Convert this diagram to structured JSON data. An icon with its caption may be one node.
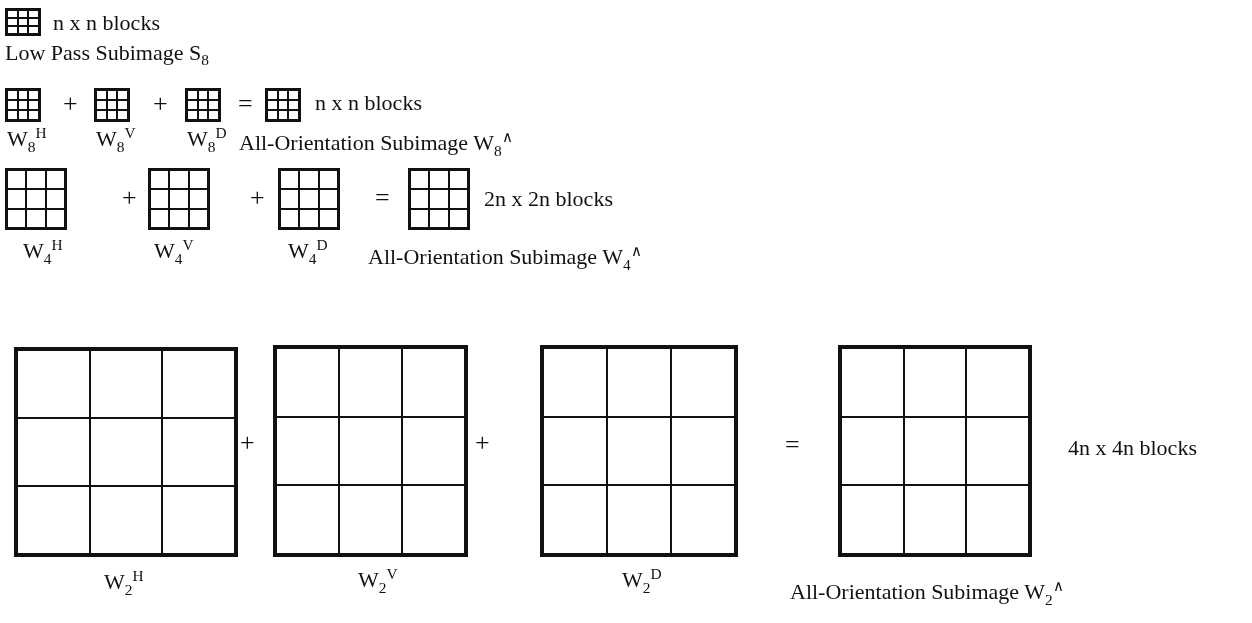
{
  "diagram": {
    "nodes": [
      {
        "text": [],
        "shape": "box",
        "beside": [
          "n x n blocks"
        ]
      },
      {
        "text": [
          "W$_{8}$$^{H}$"
        ]
      },
      {
        "text": [
          "W$_{8}$$^{V}$"
        ]
      },
      {
        "text": [
          "W$_{8}$$^{D}$"
        ]
      },
      {
        "text": [
          "All-Orientation Subimage W$_{8}$$^{∧}$"
        ],
        "beside": [
          "n x n blocks"
        ]
      },
      {
        "text": [
          "W$_{4}$$^{H}$"
        ]
      },
      {
        "text": [
          "W$_{4}$$^{V}$"
        ]
      },
      {
        "text": [
          "W$_{4}$$^{D}$"
        ]
      },
      {
        "text": [
          "All-Orientation Subimage W$_{4}$$^{∧}$"
        ],
        "beside": [
          "2n x 2n blocks"
        ]
      },
      {
        "text": [
          "W$_{2}$$^{H}$"
        ]
      },
      {
        "text": [
          "W$_{2}$$^{V}$"
        ]
      },
      {
        "text": [
          "W$_{2}$$^{D}$"
        ]
      },
      {
        "text": [
          "All-Orientation Subimage W$_{2}$$^{∧}$"
        ],
        "beside": [
          "4n x 4n blocks"
        ]
      }
    ],
    "labels": [
      "Low Pass Subimage S$_{8}$",
      "+",
      "+",
      "=",
      "+",
      "+",
      "=",
      "+",
      "+",
      "="
    ]
  }
}
